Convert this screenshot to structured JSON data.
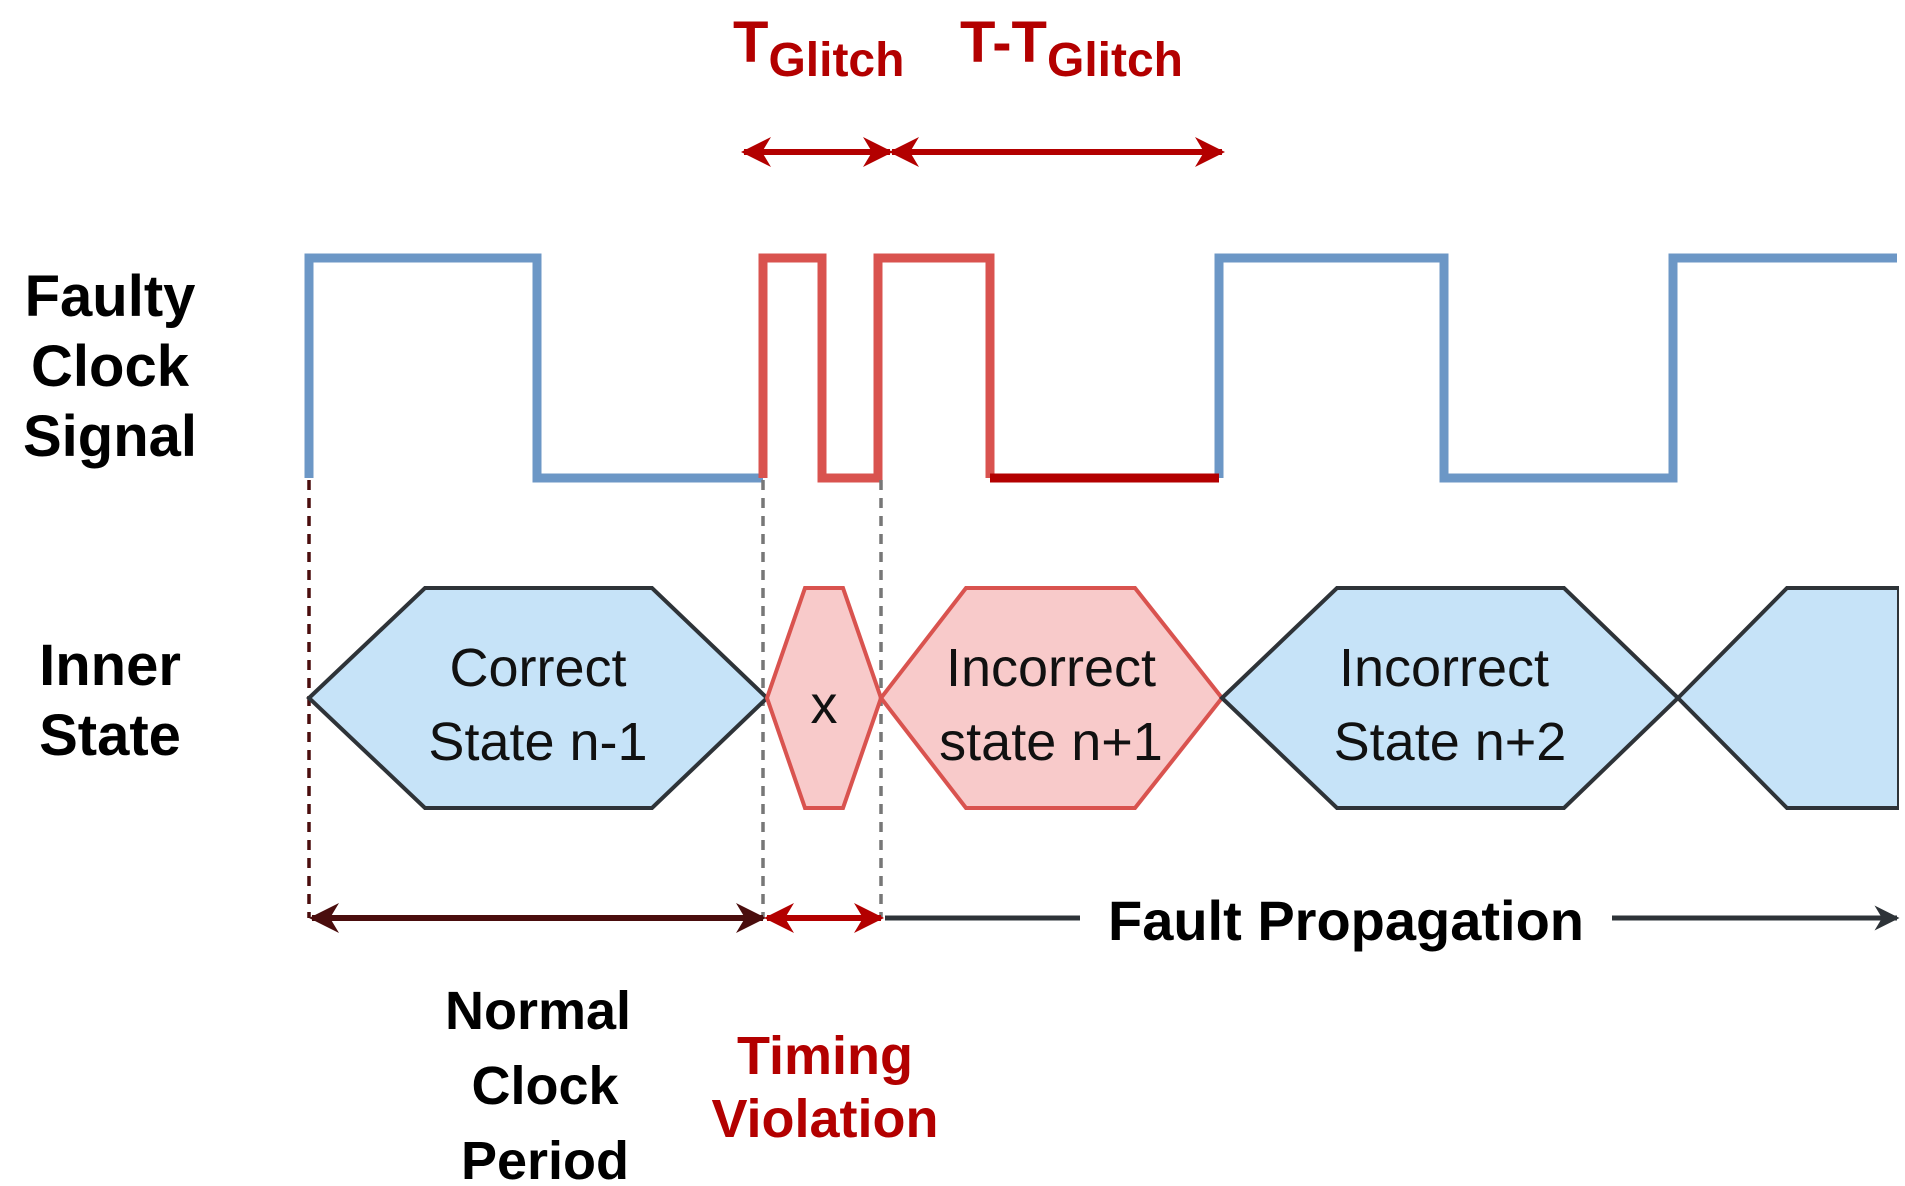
{
  "labels": {
    "faulty_clock": [
      "Faulty",
      "Clock",
      "Signal"
    ],
    "inner_state": [
      "Inner",
      "State"
    ],
    "t_glitch_main": "T",
    "t_glitch_sub": "Glitch",
    "t_minus_main": "T-T",
    "t_minus_sub": "Glitch",
    "normal_period": [
      "Normal",
      "Clock",
      "Period"
    ],
    "timing_violation": [
      "Timing",
      "Violation"
    ],
    "fault_propagation": "Fault Propagation"
  },
  "states": [
    {
      "lines": [
        "Correct",
        "State n-1"
      ],
      "kind": "correct"
    },
    {
      "lines": [
        "x"
      ],
      "kind": "glitch"
    },
    {
      "lines": [
        "Incorrect",
        "state n+1"
      ],
      "kind": "faulty"
    },
    {
      "lines": [
        "Incorrect",
        "State n+2"
      ],
      "kind": "correct"
    },
    {
      "lines": [],
      "kind": "correct"
    }
  ],
  "colors": {
    "normal_clock": "#6c97c6",
    "glitch_clock": "#d9534f",
    "dark_red": "#b30000",
    "correct_fill": "#c6e3f8",
    "faulty_fill": "#f8caca",
    "outline_dark": "#2e3338",
    "outline_red": "#d9534f",
    "arrow_dark_red": "#4a0d0d",
    "arrow_dark": "#2e3338"
  }
}
